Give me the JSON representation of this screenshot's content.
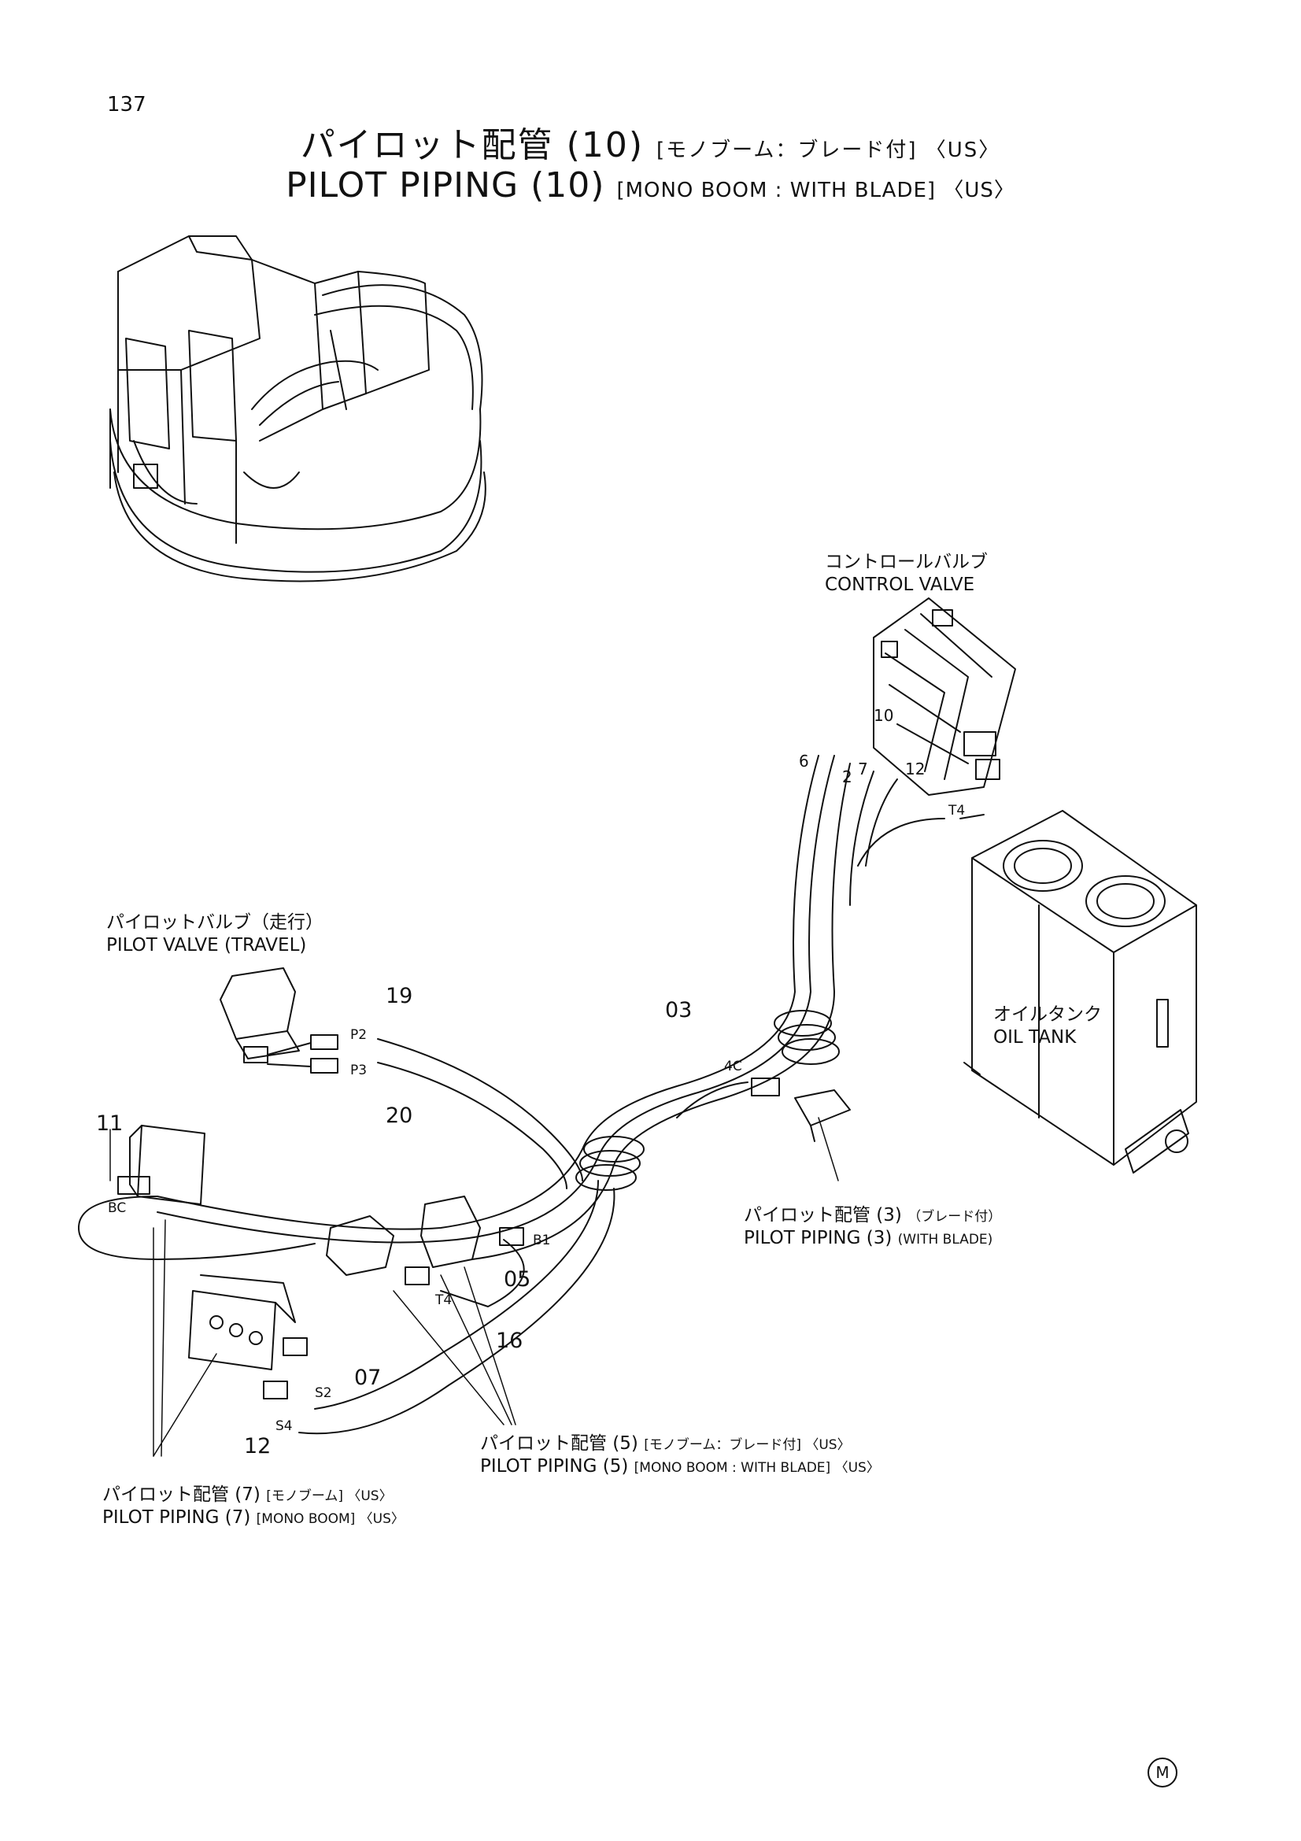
{
  "page_number": "137",
  "title": {
    "jp": "パイロット配管 (10)",
    "jp_suffix": "[モノブーム：ブレード付] 〈US〉",
    "en": "PILOT PIPING (10)",
    "en_suffix": "[MONO BOOM : WITH BLADE] 〈US〉"
  },
  "components": {
    "control_valve": {
      "jp": "コントロールバルブ",
      "en": "CONTROL VALVE"
    },
    "pilot_valve_travel": {
      "jp": "パイロットバルブ（走行）",
      "en": "PILOT VALVE (TRAVEL)"
    },
    "oil_tank": {
      "jp": "オイルタンク",
      "en": "OIL TANK"
    },
    "pilot_piping_3": {
      "jp": "パイロット配管 (3)",
      "jp_suffix": "（ブレード付）",
      "en": "PILOT PIPING (3)",
      "en_suffix": "(WITH BLADE)"
    },
    "pilot_piping_5": {
      "jp": "パイロット配管 (5)",
      "jp_suffix": "[モノブーム：ブレード付] 〈US〉",
      "en": "PILOT PIPING (5)",
      "en_suffix": "[MONO BOOM : WITH BLADE] 〈US〉"
    },
    "pilot_piping_7": {
      "jp": "パイロット配管 (7)",
      "jp_suffix": "[モノブーム] 〈US〉",
      "en": "PILOT PIPING (7)",
      "en_suffix": "[MONO BOOM] 〈US〉"
    }
  },
  "part_numbers": {
    "n03": "03",
    "n05": "05",
    "n07": "07",
    "n6": "6",
    "n10": "10",
    "n2": "2",
    "n7": "7",
    "n12a": "12",
    "n19": "19",
    "n20": "20",
    "n11": "11",
    "n16": "16",
    "n12b": "12"
  },
  "port_tags": {
    "t4_tank": "T4",
    "p2": "P2",
    "p3": "P3",
    "bc": "BC",
    "c4": "4C",
    "b1": "B1",
    "t4_valve": "T4",
    "s2": "S2",
    "s4": "S4"
  },
  "corner_mark": "M"
}
